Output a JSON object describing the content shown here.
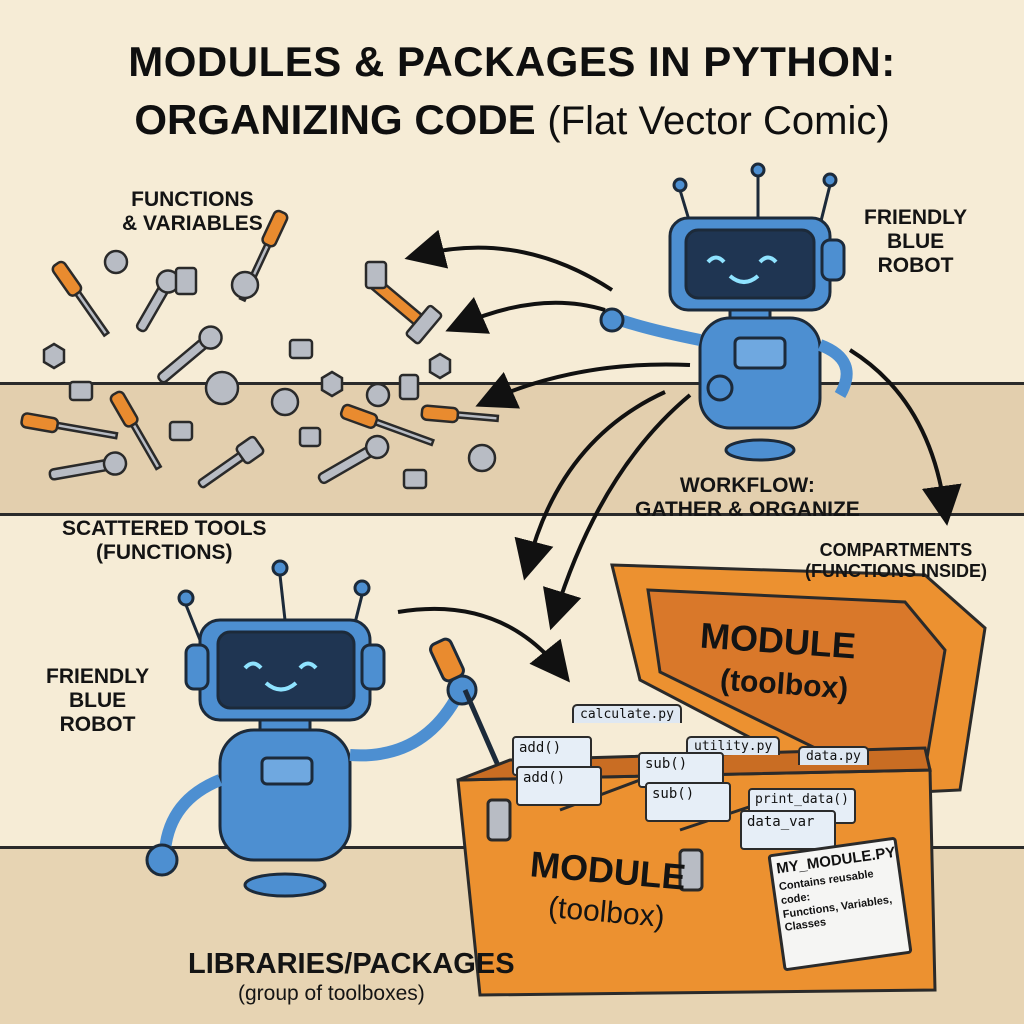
{
  "title": {
    "line1": "MODULES & PACKAGES IN PYTHON:",
    "line2_bold": "ORGANIZING CODE",
    "line2_light": "(Flat Vector Comic)"
  },
  "labels": {
    "functions_variables": "FUNCTIONS\n& VARIABLES",
    "robot_top": "FRIENDLY\nBLUE\nROBOT",
    "scattered_tools": "SCATTERED TOOLS\n(FUNCTIONS)",
    "workflow": "WORKFLOW:\nGATHER & ORGANIZE",
    "compartments": "COMPARTMENTS\n(FUNCTIONS INSIDE)",
    "robot_bottom": "FRIENDLY\nBLUE\nROBOT",
    "libraries": "LIBRARIES/PACKAGES",
    "libraries_sub": "(group of toolboxes)"
  },
  "toolbox": {
    "lid_label": "MODULE",
    "lid_sub": "(toolbox)",
    "front_label": "MODULE",
    "front_sub": "(toolbox)",
    "tabs": [
      "calculate.py",
      "utility.py",
      "data.py"
    ],
    "cards": [
      "add()",
      "add()",
      "sub()",
      "sub()",
      "print_data()",
      "data_var"
    ],
    "plate_title": "MY_MODULE.PY",
    "plate_text": "Contains reusable code:\nFunctions, Variables,\nClasses"
  },
  "colors": {
    "background": "#f6ecd6",
    "floor": "#e3cfae",
    "robot": "#4d8fd1",
    "toolbox": "#ec9130",
    "ink": "#1a1a1a"
  }
}
